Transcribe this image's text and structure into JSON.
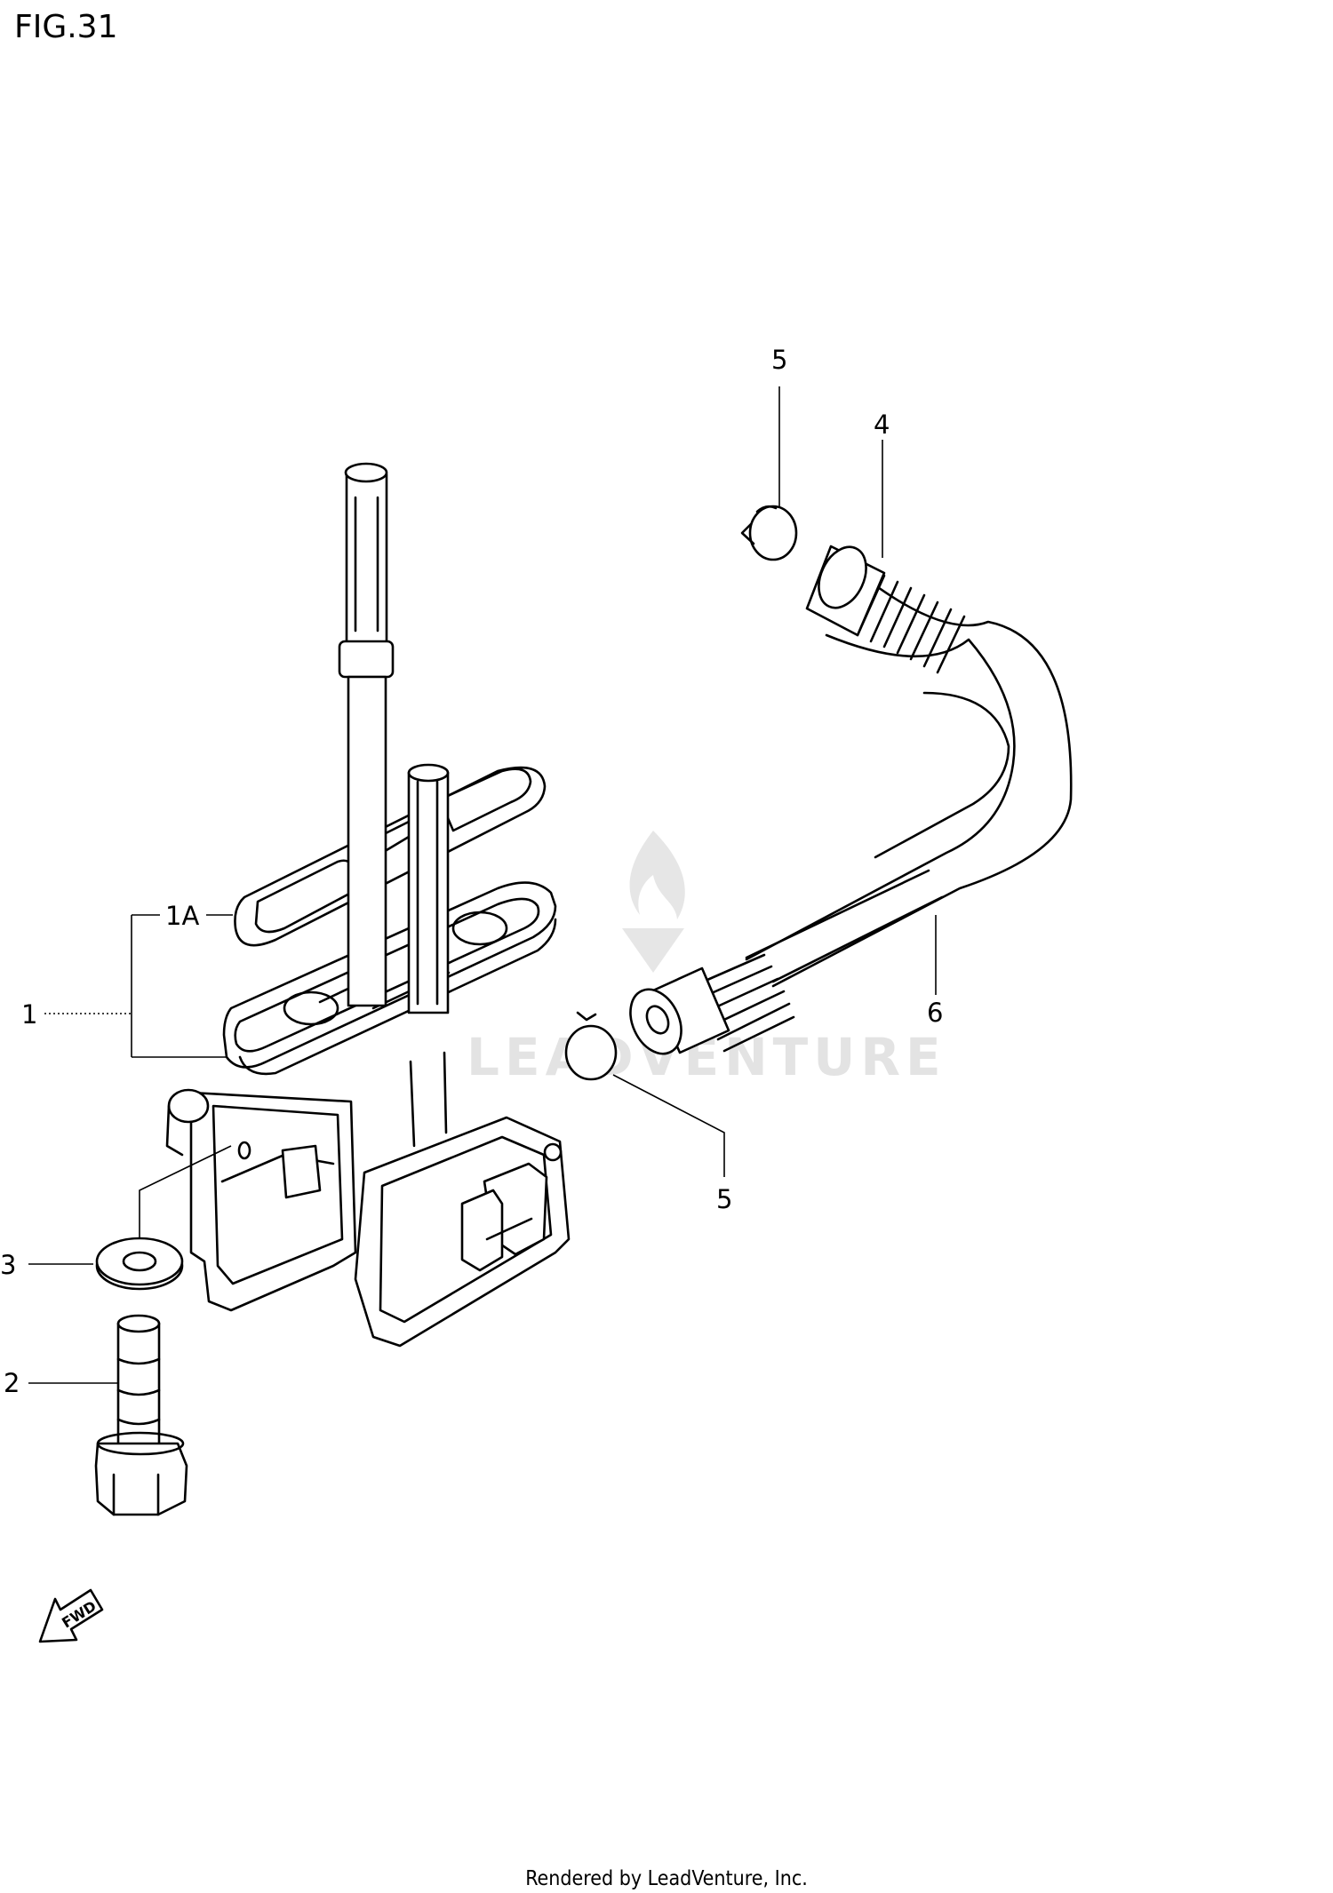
{
  "figure_title": "FIG.31",
  "watermark": "LEADVENTURE",
  "footer": "Rendered by LeadVenture, Inc.",
  "direction_badge": "FWD",
  "callouts": [
    {
      "id": "1",
      "label": "1"
    },
    {
      "id": "1A",
      "label": "1A"
    },
    {
      "id": "2",
      "label": "2"
    },
    {
      "id": "3",
      "label": "3"
    },
    {
      "id": "4",
      "label": "4"
    },
    {
      "id": "5a",
      "label": "5"
    },
    {
      "id": "5b",
      "label": "5"
    },
    {
      "id": "6",
      "label": "6"
    }
  ],
  "parts": [
    {
      "id": "1",
      "name": "fuel-cock-assembly"
    },
    {
      "id": "1A",
      "name": "gasket"
    },
    {
      "id": "2",
      "name": "bolt"
    },
    {
      "id": "3",
      "name": "washer"
    },
    {
      "id": "4",
      "name": "hose-fitting"
    },
    {
      "id": "5",
      "name": "clamp"
    },
    {
      "id": "6",
      "name": "fuel-hose"
    }
  ]
}
